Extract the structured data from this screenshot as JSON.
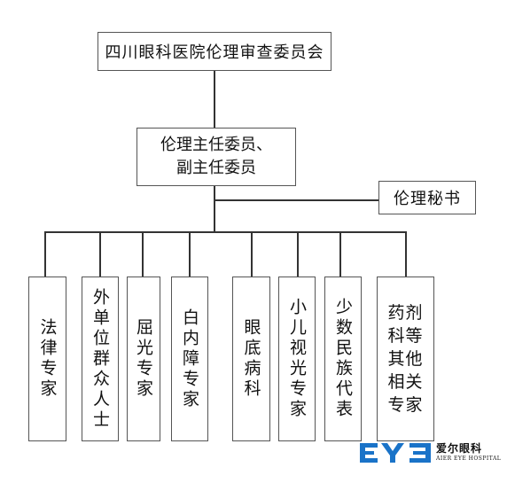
{
  "top": {
    "label": "四川眼科医院伦理审查委员会"
  },
  "middle": {
    "line1": "伦理主任委员、",
    "line2": "副主任委员"
  },
  "secretary": {
    "label": "伦理秘书"
  },
  "experts": [
    {
      "label": "法律专家"
    },
    {
      "label": "外单位群众人士"
    },
    {
      "label": "屈光专家"
    },
    {
      "label": "白内障专家"
    },
    {
      "label": "眼底病科"
    },
    {
      "label": "小儿视光专家"
    },
    {
      "label": "少数民族代表"
    },
    {
      "line1": "药剂",
      "line2": "科等",
      "line3": "其他",
      "line4": "相关",
      "line5": "专家"
    }
  ],
  "logo": {
    "mark": "EYE",
    "cn": "爱尔眼科",
    "en": "AIER EYE HOSPITAL",
    "color": "#1a73c8"
  }
}
